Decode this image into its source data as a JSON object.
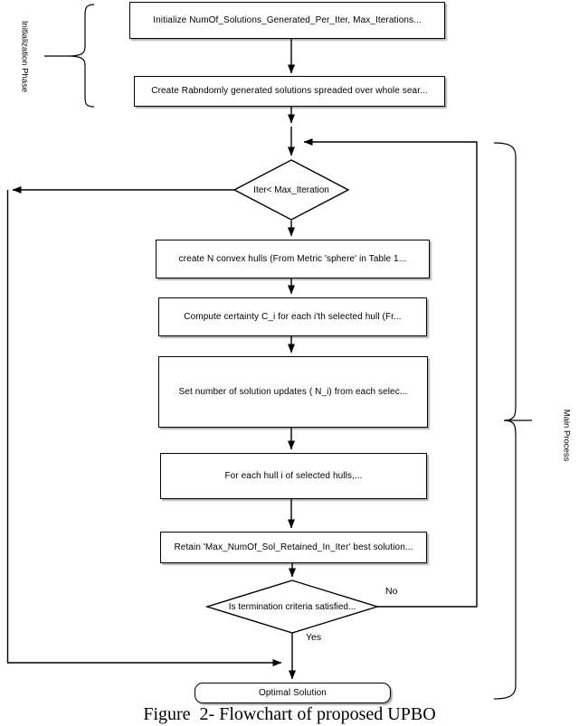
{
  "figure": {
    "caption": "Figure  2- Flowchart of proposed UPBO"
  },
  "phases": {
    "initialization": "Initialization Phase",
    "main": "Main Process"
  },
  "nodes": {
    "init": "Initialize NumOf_Solutions_Generated_Per_Iter, Max_Iterations...",
    "create_random": "Create Rabndomly generated solutions spreaded over whole sear...",
    "iter_check": "Iter< Max_Iteration",
    "create_hulls": "create N convex hulls (From Metric 'sphere' in Table 1...",
    "compute_certainty": "Compute certainty C_i for each i'th selected hull (Fr...",
    "set_updates": "Set number of solution updates ( N_i) from each selec...",
    "for_each_hull": "For each hull i of selected hulls,...",
    "retain_best": "Retain 'Max_NumOf_Sol_Retained_In_Iter' best solution...",
    "termination_check": "Is termination criteria satisfied...",
    "optimal": "Optimal Solution"
  },
  "edges": {
    "no_label": "No",
    "yes_label": "Yes"
  },
  "colors": {
    "stroke": "#000000",
    "node_fill": "#ffffff",
    "background": "#ffffff"
  }
}
